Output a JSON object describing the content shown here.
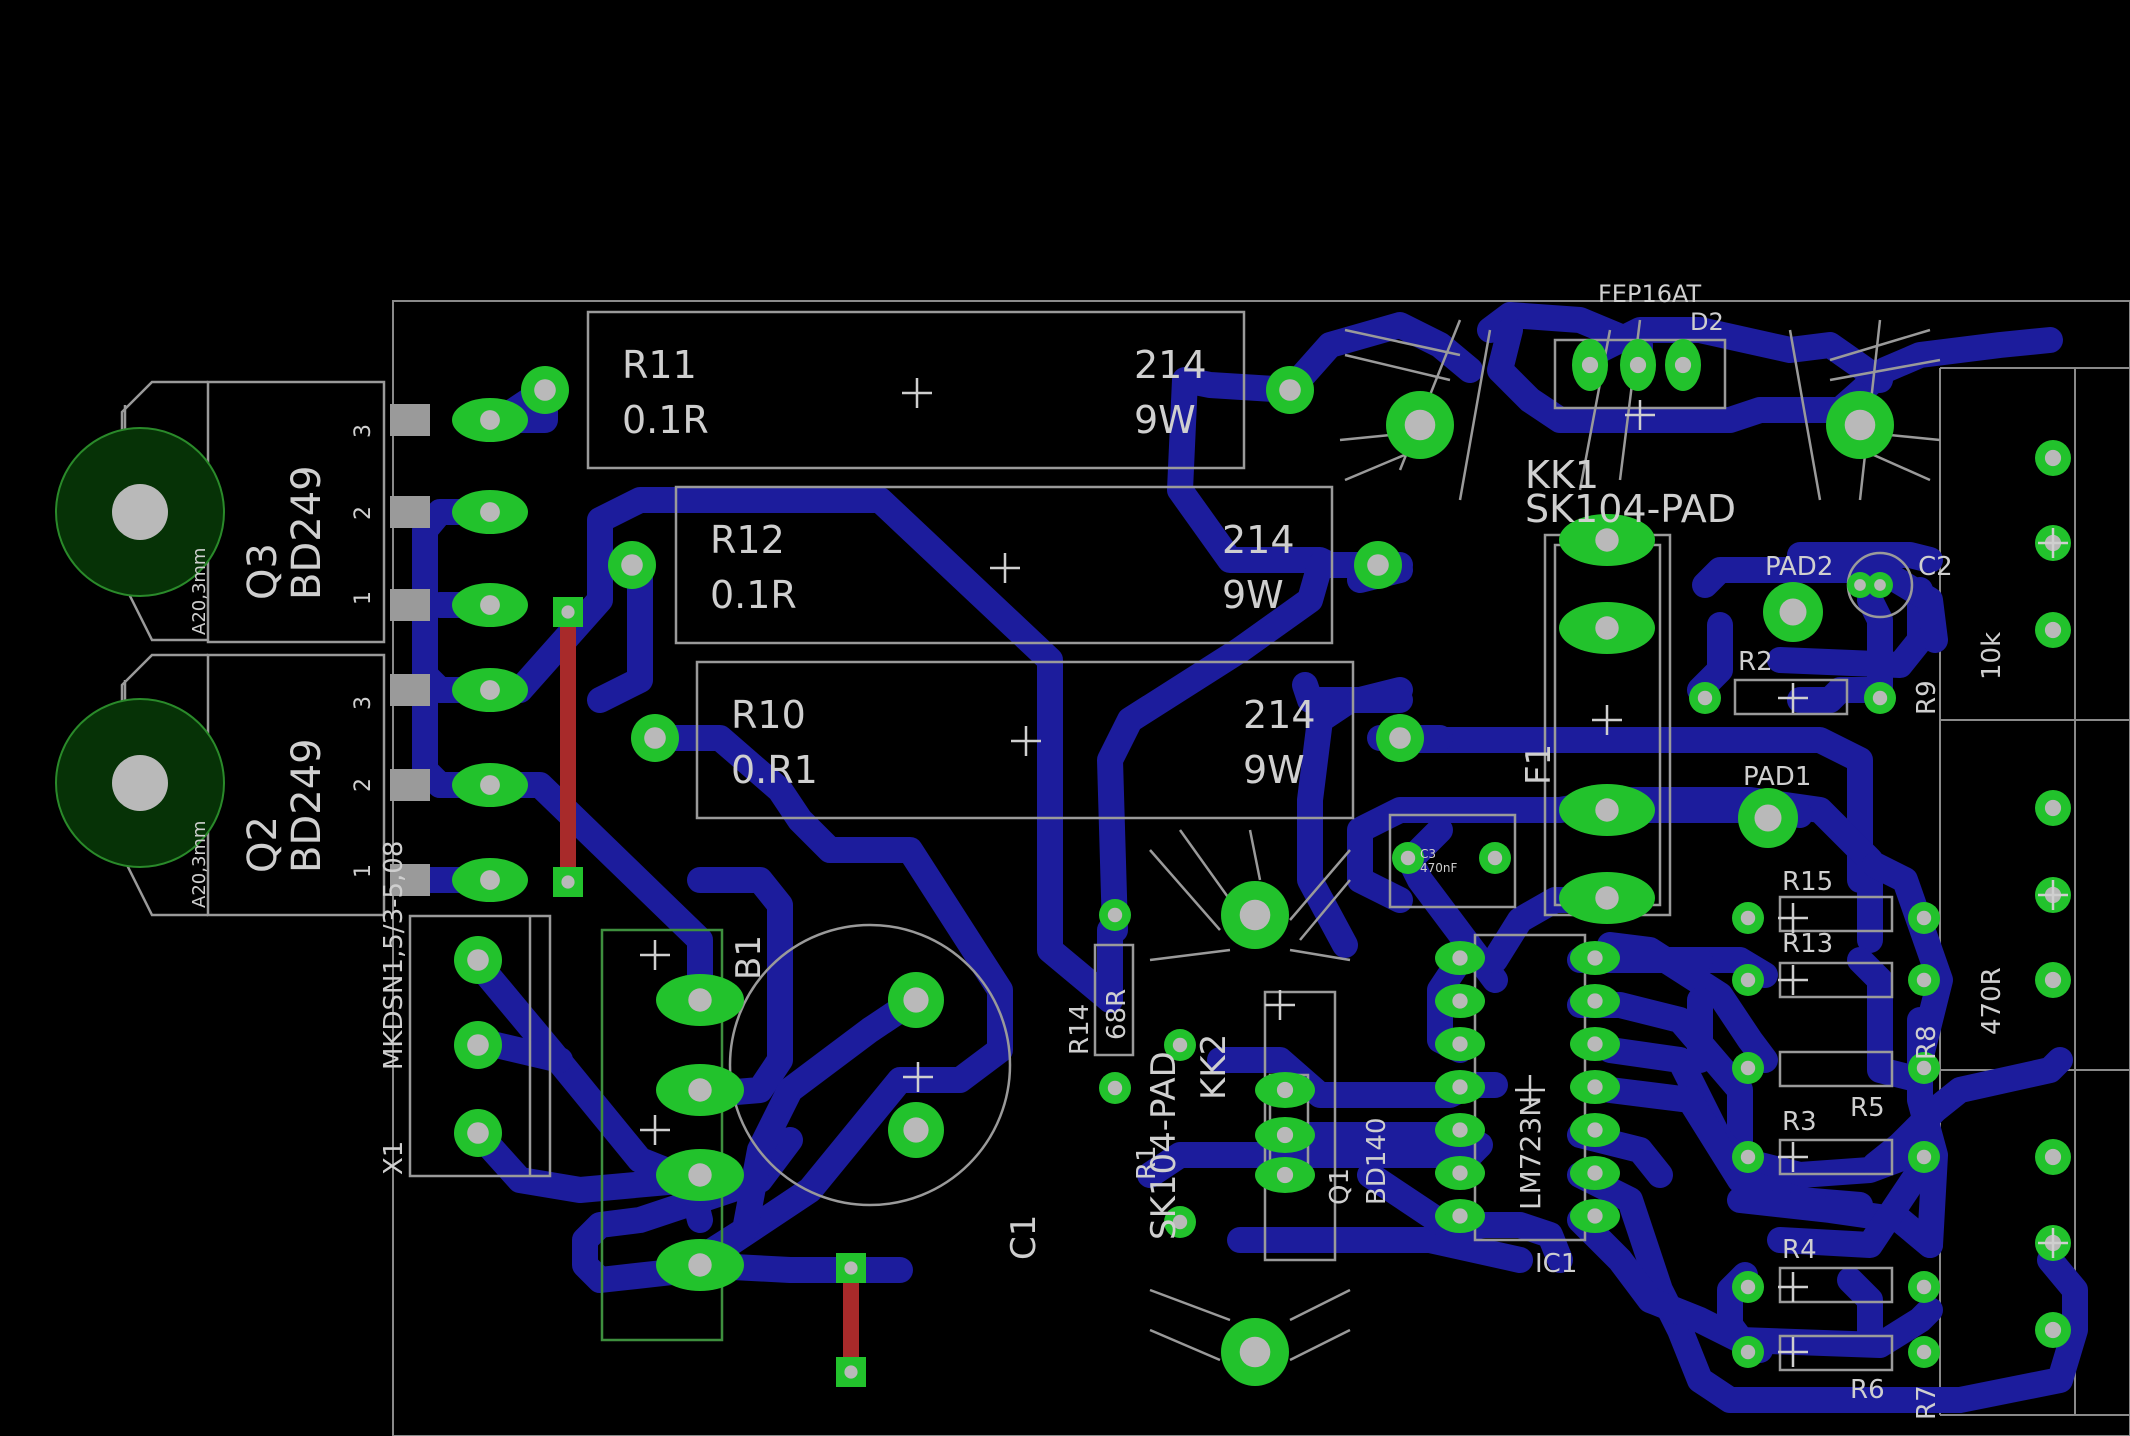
{
  "components": {
    "r11": {
      "name": "R11",
      "value": "0.1R",
      "package": "214",
      "rating": "9W"
    },
    "r12": {
      "name": "R12",
      "value": "0.1R",
      "package": "214",
      "rating": "9W"
    },
    "r10": {
      "name": "R10",
      "value": "0.R1",
      "package": "214",
      "rating": "9W"
    },
    "q3": {
      "name": "Q3",
      "value": "BD249",
      "hole": "A20,3mm",
      "pins": [
        "3",
        "2",
        "1"
      ]
    },
    "q2": {
      "name": "Q2",
      "value": "BD249",
      "hole": "A20,3mm",
      "pins": [
        "3",
        "2",
        "1"
      ]
    },
    "x1": {
      "name": "X1",
      "package": "MKDSN1,5/3-5,08"
    },
    "b1": {
      "name": "B1"
    },
    "c1": {
      "name": "C1"
    },
    "r14": {
      "name": "R14",
      "value": "68R"
    },
    "kk2": {
      "name": "KK2",
      "package": "SK104-PAD"
    },
    "r1": {
      "name": "R1"
    },
    "q1": {
      "name": "Q1",
      "value": "BD140"
    },
    "ic1": {
      "name": "IC1",
      "value": "LM723N"
    },
    "c3": {
      "name": "C3",
      "value": "470nF"
    },
    "d2": {
      "name": "D2",
      "value": "FEP16AT"
    },
    "kk1": {
      "name": "KK1",
      "package": "SK104-PAD"
    },
    "f1": {
      "name": "F1"
    },
    "pad1": {
      "name": "PAD1"
    },
    "pad2": {
      "name": "PAD2"
    },
    "c2": {
      "name": "C2"
    },
    "r2": {
      "name": "R2"
    },
    "r9": {
      "name": "R9",
      "value": "10k"
    },
    "r15": {
      "name": "R15"
    },
    "r13": {
      "name": "R13"
    },
    "r8": {
      "name": "R8",
      "value": "470R"
    },
    "r5": {
      "name": "R5"
    },
    "r3": {
      "name": "R3"
    },
    "r4": {
      "name": "R4"
    },
    "r6": {
      "name": "R6"
    },
    "r7": {
      "name": "R7"
    }
  },
  "colors": {
    "background": "#000000",
    "trace": "#1c1c9c",
    "pad": "#22c22c",
    "drill": "#b9b9b9",
    "silkscreen": "#9a9a9a",
    "jumper": "#a82a2a"
  }
}
